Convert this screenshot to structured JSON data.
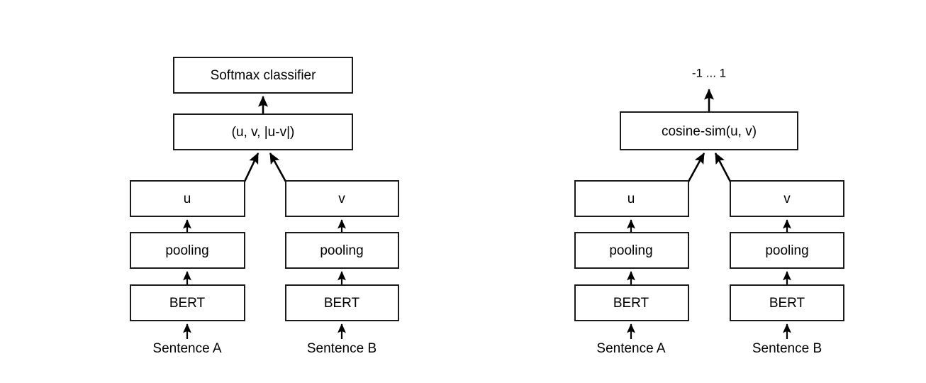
{
  "figure": {
    "type": "diagram",
    "subtype": "neural-network-architecture",
    "background_color": "#ffffff",
    "stroke_color": "#1a1a1a",
    "text_color": "#000000"
  },
  "left_architecture": {
    "name": "classification-objective",
    "top_node": {
      "label": "Softmax classifier"
    },
    "merge_node": {
      "label": "(u, v, |u-v|)"
    },
    "branches": [
      {
        "name": "branch-a",
        "vector": {
          "label": "u"
        },
        "pooling": {
          "label": "pooling"
        },
        "encoder": {
          "label": "BERT"
        },
        "input": {
          "label": "Sentence A"
        }
      },
      {
        "name": "branch-b",
        "vector": {
          "label": "v"
        },
        "pooling": {
          "label": "pooling"
        },
        "encoder": {
          "label": "BERT"
        },
        "input": {
          "label": "Sentence B"
        }
      }
    ]
  },
  "right_architecture": {
    "name": "regression-objective",
    "output_label": {
      "label": "-1 ... 1"
    },
    "merge_node": {
      "label": "cosine-sim(u, v)"
    },
    "branches": [
      {
        "name": "branch-a",
        "vector": {
          "label": "u"
        },
        "pooling": {
          "label": "pooling"
        },
        "encoder": {
          "label": "BERT"
        },
        "input": {
          "label": "Sentence A"
        }
      },
      {
        "name": "branch-b",
        "vector": {
          "label": "v"
        },
        "pooling": {
          "label": "pooling"
        },
        "encoder": {
          "label": "BERT"
        },
        "input": {
          "label": "Sentence B"
        }
      }
    ]
  }
}
